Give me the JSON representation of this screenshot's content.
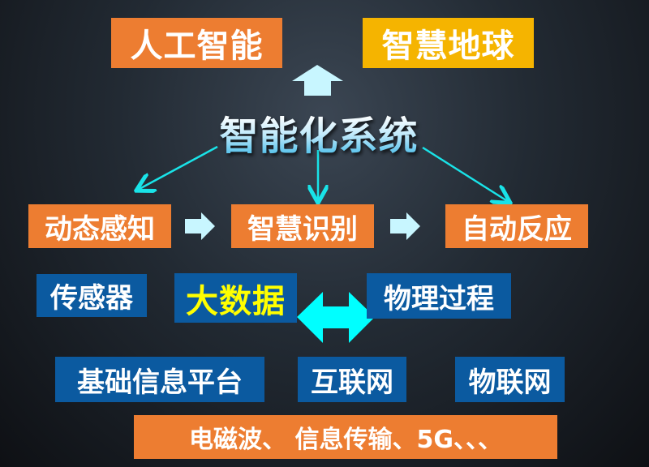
{
  "top": {
    "left": "人工智能",
    "right": "智慧地球"
  },
  "title": "智能化系统",
  "process": [
    "动态感知",
    "智慧识别",
    "自动反应"
  ],
  "row2": {
    "sensor": "传感器",
    "bigdata": "大数据",
    "physical": "物理过程"
  },
  "row3": [
    "基础信息平台",
    "互联网",
    "物联网"
  ],
  "bottom": "电磁波、 信息传输、5G、、、",
  "colors": {
    "orange": "#ed7d31",
    "gold": "#f5b400",
    "blue": "#0b5aa0",
    "cyan": "#00ffff",
    "bigdata_text": "#ffff00"
  }
}
